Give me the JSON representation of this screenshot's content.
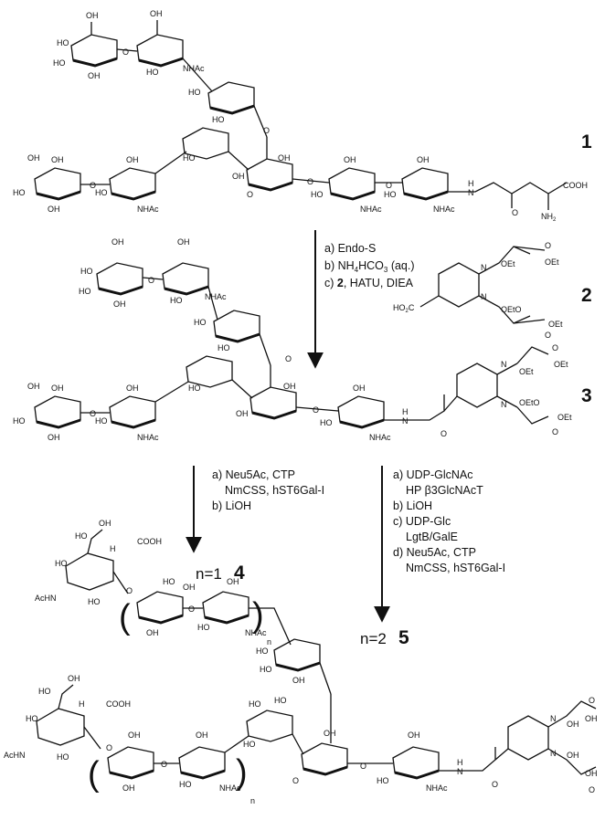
{
  "compounds": {
    "c1": "1",
    "c2": "2",
    "c3": "3",
    "n4": "n=1",
    "c4": "4",
    "n5": "n=2",
    "c5": "5"
  },
  "step1": {
    "a": "a) Endo-S",
    "b_pre": "b) NH",
    "b_sub1": "4",
    "b_mid": "HCO",
    "b_sub2": "3",
    "b_post": " (aq.)",
    "c_pre": "c) ",
    "c_bold": "2",
    "c_post": ", HATU, DIEA"
  },
  "step2": {
    "a1": "a) Neu5Ac, CTP",
    "a2": "NmCSS, hST6Gal-I",
    "b": "b) LiOH"
  },
  "step3": {
    "a1": "a) UDP-GlcNAc",
    "a2": "HP β3GlcNAcT",
    "b": "b) LiOH",
    "c1": "c) UDP-Glc",
    "c2": "LgtB/GalE",
    "d1": "d) Neu5Ac, CTP",
    "d2": "NmCSS, hST6Gal-I"
  },
  "groups": {
    "oh": "OH",
    "ho": "HO",
    "nhac": "NHAc",
    "achn": "AcHN",
    "cooh": "COOH",
    "nh2": "NH",
    "nh2_sub": "2",
    "h": "H",
    "n": "N",
    "o": "O",
    "oet": "OEt",
    "oeto": "OEtO",
    "ho2c": "HO",
    "ho2c_sub": "2",
    "ho2c_c": "C",
    "paren_open": "(",
    "paren_close": ")",
    "n_sub": "n"
  }
}
